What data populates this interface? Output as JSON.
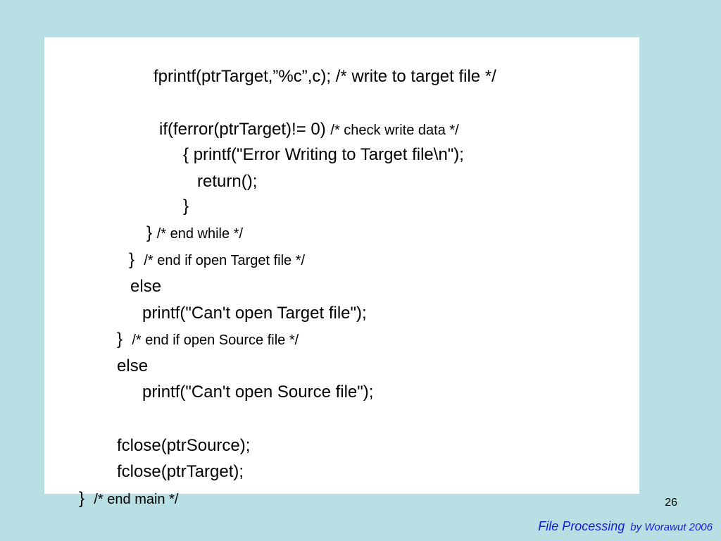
{
  "code": {
    "lines": [
      {
        "code": "fprintf(ptrTarget,”%c”,c); /* write to target file */",
        "comment": ""
      },
      {
        "code": "if(ferror(ptrTarget)!= 0) ",
        "comment": "/* check write data */"
      },
      {
        "code": "{ printf(\"Error Writing to Target file\\n\");",
        "comment": ""
      },
      {
        "code": "return();",
        "comment": ""
      },
      {
        "code": "}",
        "comment": ""
      },
      {
        "code": "} ",
        "comment": "/* end while */"
      },
      {
        "code": "}  ",
        "comment": "/* end if open Target file */"
      },
      {
        "code": "else",
        "comment": ""
      },
      {
        "code": "printf(\"Can't open Target file\");",
        "comment": ""
      },
      {
        "code": "}  ",
        "comment": "/* end if open Source file */"
      },
      {
        "code": "else",
        "comment": ""
      },
      {
        "code": "printf(\"Can't open Source file\");",
        "comment": ""
      },
      {
        "code": "fclose(ptrSource);",
        "comment": ""
      },
      {
        "code": "fclose(ptrTarget);",
        "comment": ""
      },
      {
        "code": "}  ",
        "comment": "/* end main */"
      }
    ]
  },
  "slide_number": "26",
  "footer": {
    "title": "File Processing",
    "author": "by Worawut  2006"
  },
  "colors": {
    "background": "#b8e0e4",
    "panel": "#ffffff",
    "footer_text": "#1a1ad6"
  }
}
